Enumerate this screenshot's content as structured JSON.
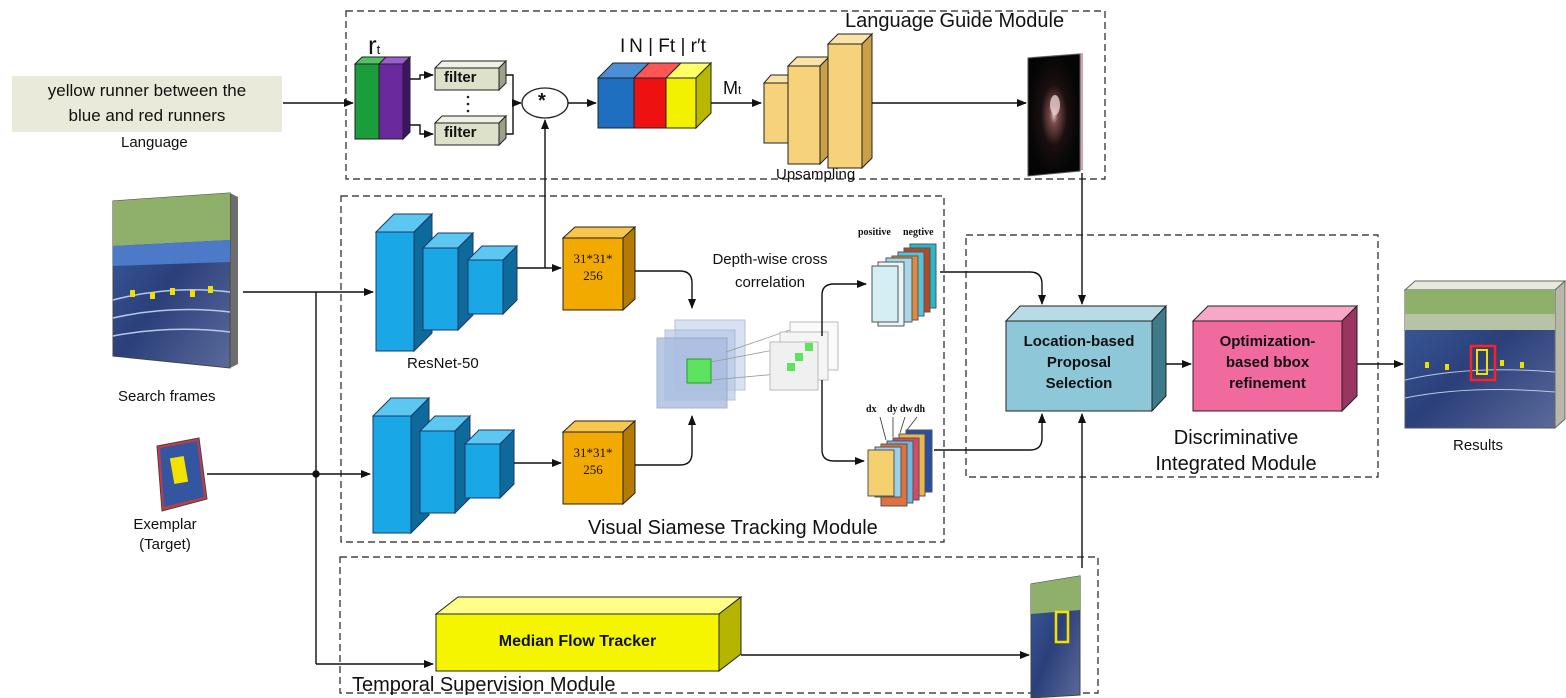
{
  "modules": {
    "language_guide": "Language Guide Module",
    "visual_siamese": "Visual Siamese Tracking Module",
    "temporal_supervision": "Temporal Supervision Module",
    "discriminative_line1": "Discriminative",
    "discriminative_line2": "Integrated Module"
  },
  "language": {
    "query_line1": "yellow runner between the",
    "query_line2": "blue and red runners",
    "caption": "Language",
    "r_symbol": "r",
    "r_sub": "t",
    "filter_label": "filter",
    "conv_symbol": "*",
    "concat_label": "I N | Ft | r′t",
    "mt_label": "M",
    "mt_sub": "t",
    "upsampling": "Upsampling"
  },
  "siamese": {
    "backbone": "ResNet-50",
    "feature_size": "31*31*\n256",
    "correlation_line1": "Depth-wise cross",
    "correlation_line2": "correlation",
    "positive": "positive",
    "negative": "negtive",
    "dx": "dx",
    "dy": "dy",
    "dw": "dw",
    "dh": "dh"
  },
  "inputs": {
    "search_frames": "Search frames",
    "exemplar_line1": "Exemplar",
    "exemplar_line2": "(Target)"
  },
  "integration": {
    "proposal_line1": "Location-based",
    "proposal_line2": "Proposal",
    "proposal_line3": "Selection",
    "refine_line1": "Optimization-",
    "refine_line2": "based bbox",
    "refine_line3": "refinement"
  },
  "temporal": {
    "tracker": "Median Flow Tracker"
  },
  "output": {
    "results": "Results"
  },
  "colors": {
    "lang_green": "#1a9e3c",
    "lang_purple": "#6a2a9e",
    "concat_blue": "#1f6fc0",
    "concat_red": "#ee1111",
    "concat_yellow": "#f2f200",
    "upsample": "#f6d27a",
    "resnet": "#1aa7e6",
    "feature": "#f2a900",
    "proposal": "#8ec8d8",
    "refine": "#f06aa0",
    "tracker": "#f5f500"
  }
}
